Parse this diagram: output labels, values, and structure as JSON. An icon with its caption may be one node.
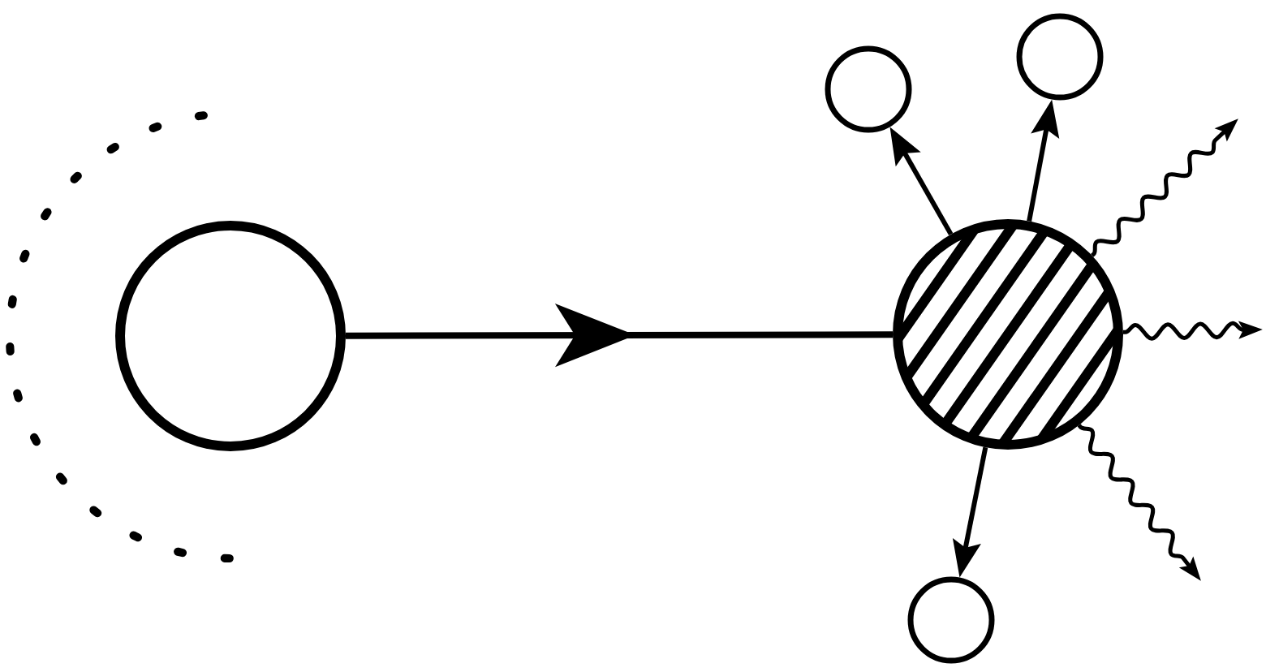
{
  "diagram": {
    "nodes": [
      {
        "text": [],
        "shape": "circle"
      },
      {
        "text": [],
        "shape": "circle"
      },
      {
        "text": [],
        "shape": "circle"
      },
      {
        "text": [],
        "shape": "circle"
      },
      {
        "text": [],
        "shape": "circle"
      }
    ],
    "edges": [
      {
        "from": 0,
        "to": 1,
        "arrow": "to"
      },
      {
        "from": 1,
        "to": 2,
        "arrow": "to"
      },
      {
        "from": 1,
        "to": 3,
        "arrow": "to"
      },
      {
        "from": 1,
        "to": 4,
        "arrow": "to"
      },
      {
        "from": 1,
        "to": null,
        "arrow": "to"
      },
      {
        "from": 1,
        "to": null,
        "arrow": "to"
      },
      {
        "from": 1,
        "to": null,
        "arrow": "to"
      }
    ]
  }
}
